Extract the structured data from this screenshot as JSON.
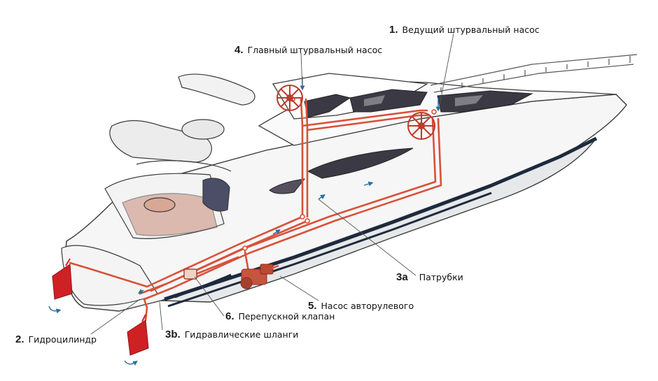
{
  "colors": {
    "outline": "#3a3a3a",
    "hull_light": "#f5f5f5",
    "stripe": "#1e2a3c",
    "window_dark": "#3b3a44",
    "deck_red": "#c98a78",
    "hose": "#d8513a",
    "rudder": "#cf2124",
    "arrow_blue": "#2b6f9e",
    "leader": "#555555"
  },
  "labels": {
    "l1": {
      "num": "1.",
      "text": "Ведущий штурвальный насос"
    },
    "l4": {
      "num": "4.",
      "text": "Главный штурвальный насос"
    },
    "l3a": {
      "num": "3a",
      "text": "Патрубки"
    },
    "l5": {
      "num": "5.",
      "text": "Насос авторулевого"
    },
    "l6": {
      "num": "6.",
      "text": "Перепускной клапан"
    },
    "l2": {
      "num": "2.",
      "text": "Гидроцилиндр"
    },
    "l3b": {
      "num": "3b.",
      "text": "Гидравлические шланги"
    }
  },
  "icons": [
    "helm-wheel-icon",
    "rudder-icon",
    "autopilot-pump-icon",
    "bypass-valve-icon",
    "flow-arrow-icon"
  ]
}
